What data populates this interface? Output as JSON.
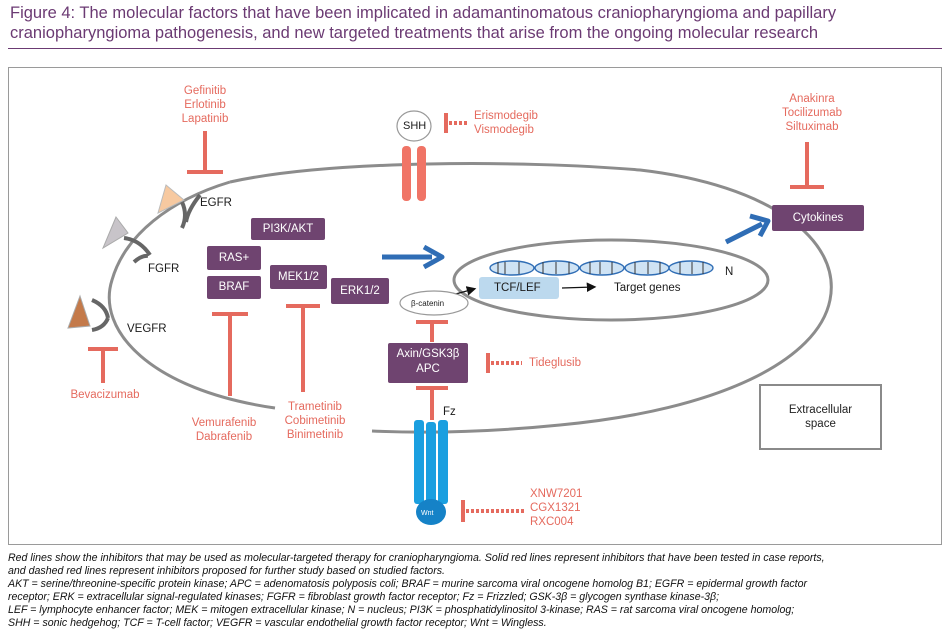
{
  "figure_title": "Figure 4: The molecular factors that have been implicated in adamantinomatous craniopharyngioma and papillary craniopharyngioma pathogenesis, and new targeted treatments that arise from the ongoing molecular research",
  "colors": {
    "title": "#6b3a73",
    "inhibitor": "#e56a5e",
    "protein_box": "#6f4470",
    "receptor_blue": "#1a9fe0",
    "arrow_blue": "#2f6db5"
  },
  "receptors": {
    "egfr": "EGFR",
    "fgfr": "FGFR",
    "vegfr": "VEGFR",
    "fz": "Fz",
    "shh": "SHH",
    "wnt": "Wnt"
  },
  "proteins": {
    "pi3k_akt": "PI3K/AKT",
    "ras": "RAS+",
    "braf": "BRAF",
    "mek": "MEK1/2",
    "erk": "ERK1/2",
    "axin_line1": "Axin/GSK3β",
    "axin_line2": "APC",
    "cytokines": "Cytokines",
    "beta_catenin": "β-catenin",
    "tcf_lef": "TCF/LEF"
  },
  "nucleus": {
    "label": "N",
    "target_genes": "Target genes"
  },
  "extracellular": {
    "line1": "Extracellular",
    "line2": "space"
  },
  "drugs": {
    "egfr": [
      "Gefinitib",
      "Erlotinib",
      "Lapatinib"
    ],
    "shh": [
      "Erismodegib",
      "Vismodegib"
    ],
    "cytokines": [
      "Anakinra",
      "Tocilizumab",
      "Siltuximab"
    ],
    "vegfr": [
      "Bevacizumab"
    ],
    "braf": [
      "Vemurafenib",
      "Dabrafenib"
    ],
    "mek": [
      "Trametinib",
      "Cobimetinib",
      "Binimetinib"
    ],
    "gsk3": [
      "Tideglusib"
    ],
    "wnt": [
      "XNW7201",
      "CGX1321",
      "RXC004"
    ]
  },
  "caption": [
    "Red lines show the inhibitors that may be used as molecular-targeted therapy for craniopharyngioma. Solid red lines represent inhibitors that have been tested in case reports,",
    "and dashed red lines represent inhibitors proposed for further study based on studied factors.",
    "AKT = serine/threonine-specific protein kinase; APC = adenomatosis polyposis coli; BRAF = murine sarcoma viral oncogene homolog B1; EGFR = epidermal growth factor",
    "receptor; ERK = extracellular signal-regulated kinases; FGFR = fibroblast growth factor receptor; Fz = Frizzled; GSK-3β = glycogen synthase kinase-3β;",
    "LEF = lymphocyte enhancer factor; MEK = mitogen extracellular kinase; N = nucleus; PI3K = phosphatidylinositol 3-kinase; RAS = rat sarcoma viral oncogene homolog;",
    "SHH = sonic hedgehog; TCF = T-cell factor; VEGFR = vascular endothelial growth factor receptor; Wnt = Wingless."
  ]
}
